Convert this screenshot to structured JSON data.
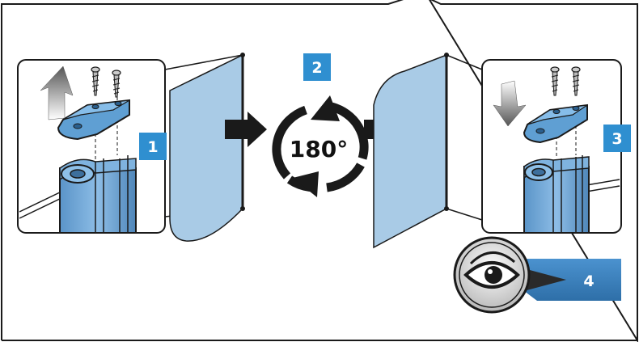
{
  "steps": {
    "step1": "1",
    "step2": "2",
    "step3": "3",
    "step4": "4"
  },
  "rotation": {
    "label": "180°"
  },
  "icons": {
    "screw": "screw-icon",
    "arrow_up": "arrow-up-icon",
    "arrow_down": "arrow-down-icon",
    "arrow_right": "arrow-right-icon",
    "rotate": "rotate-180-icon",
    "eye": "eye-icon"
  },
  "colors": {
    "glass": "#a9cbe6",
    "profile": "#6ea8d8",
    "bracket": "#5f9fd3",
    "badge": "#2f8fd0",
    "badge4": "#3d7fb9",
    "outline": "#1a1a1a",
    "arrow_gray": "#7a7a7a"
  }
}
